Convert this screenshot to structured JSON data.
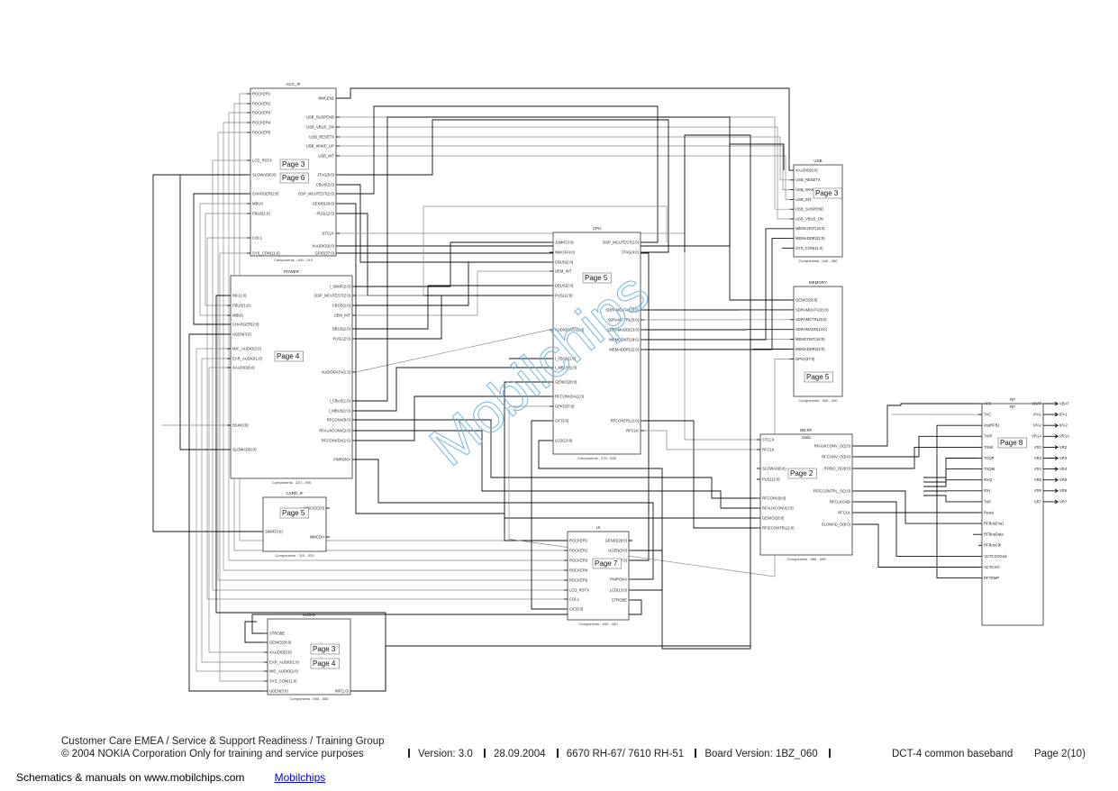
{
  "watermark": "Mobilchips",
  "blocks": {
    "acc": {
      "title": "ACC_IF",
      "components": "Components : 100 - 210",
      "left": [
        "ROCKER1",
        "ROCKER2",
        "ROCKER3",
        "ROCKER4",
        "ROCKER5",
        "LCD_RSTX",
        "SLOWAD(6:0)",
        "CHARGER(2:0)",
        "MBUS",
        "FBUS(1:0)",
        "COL1",
        "SYS_CON(11:0)"
      ],
      "right": [
        "NMCEN1",
        "USB_SUSPEND",
        "USB_VBUS_ON",
        "USB_RESETX",
        "USB_WAKE_UP",
        "USB_INT",
        "JTAG(5:0)",
        "CBUS(2:0)",
        "DSP_MCUTEST(2:0)",
        "GENIO(28:0)",
        "PUSL(2:0)",
        "STCLK",
        "XAUDIO(6:0)",
        "GPIO(37:0)"
      ],
      "pages": [
        "Page 3",
        "Page 6"
      ]
    },
    "power": {
      "title": "POWER",
      "components": "Components : 220 - 395",
      "left": [
        "INF(1:0)",
        "FBUS(1:0)",
        "MBUS",
        "CHARGER(2:0)",
        "UGEN(3:0)",
        "MIC_AUDIO(2:0)",
        "EAR_AUDIO(1:0)",
        "XAUDIO(6:0)",
        "BSI#(3:0)",
        "SLOWAD(6:0)"
      ],
      "right": [
        "I_SIMIF(2:0)",
        "DSP_MCUTEST(2:0)",
        "CBUS(2:0)",
        "UEM_INT",
        "DBUS(2:0)",
        "PUSL(2:0)",
        "AUDIODATA(1:3)",
        "I_FBUS(1:0)",
        "I_MBUS(1:0)",
        "RFCONV(9:0)",
        "RFAUXCONV(2:0)",
        "RFCONVDA(1:0)",
        "PWRONX"
      ],
      "pages": [
        "Page 4"
      ]
    },
    "card": {
      "title": "CARD_IF",
      "components": "Components : 310 - 320",
      "left": [
        "SIMIF(3:0)"
      ],
      "right": [
        "I_MMCIO(3:0)",
        "MMCDH"
      ],
      "pages": [
        "Page 5"
      ]
    },
    "audio": {
      "title": "AUDIO",
      "components": "Components : 600 - 655",
      "left": [
        "STROBE",
        "GENIO(28:0)",
        "XAUDIO(6:0)",
        "EAR_AUDIO(1:0)",
        "MIC_AUDIO(2:0)",
        "SYS_CON(11:0)",
        "UGEN(3:0)"
      ],
      "right": [
        "INF(1:0)"
      ],
      "pages": [
        "Page 3",
        "Page 4"
      ]
    },
    "cpu": {
      "title": "CPU",
      "components": "Components : 270 - 530",
      "left": [
        "JSMIF(3:0)",
        "NMCIF(4:0)",
        "CBUS(2:0)",
        "UEM_INT",
        "DBUS(2:0)",
        "PUSL(2:0)",
        "AUDIODATA(1:3)",
        "I_FBUS(1:0)",
        "I_MBUS(1:0)",
        "GENIO(28:0)",
        "RFCONVDA(1:0)",
        "GPIO(37:0)",
        "CIF(3:0)",
        "LCD(13:0)"
      ],
      "right": [
        "DSP_MCUTEST(2:0)",
        "JTAG(4:0)",
        "SDRAMDATA(15:0)",
        "SDRAMCTRL(5:0)",
        "SDRAMADD(13:0)",
        "MEMCONT(18:0)",
        "MEMADDR(22:0)",
        "RFCONTRL(2:0)",
        "RFCLK"
      ],
      "pages": [
        "Page 5"
      ]
    },
    "usb": {
      "title": "USB",
      "components": "Components : 440 - 450",
      "left": [
        "XAUDIO(6:0)",
        "USB_RESETX",
        "USB_WAKE_UP",
        "USB_INT",
        "USB_SUSPEND",
        "USB_VBUS_ON",
        "MEMCONT(18:0)",
        "MEMADDR(22:0)",
        "SYS_CON(11:0)"
      ],
      "right": [],
      "pages": [
        "Page 3"
      ]
    },
    "memory": {
      "title": "MEMORY",
      "components": "Components : 400 - 430",
      "left": [
        "GENIO(28:0)",
        "SDRAMDATA(15:0)",
        "SDRAMCTRL(5:0)",
        "SDRAMADD(13:0)",
        "MEMCONT(18:0)",
        "MEMADDR(22:0)",
        "GPIO(37:0)"
      ],
      "right": [],
      "pages": [
        "Page 5"
      ]
    },
    "bbrf": {
      "title": "BB-RF",
      "subtitle": "Data",
      "components": "Components : 480 - 499",
      "left": [
        "STCLK",
        "RFCLK",
        "SLOWAD(6:0)",
        "PUSL(2:0)",
        "RFCONV(9:0)",
        "RFAUXCONV(2:0)",
        "GENIO(28:0)",
        "RFICCONTRL(2:0)"
      ],
      "right": [
        "RFAUXCONV_O(2:0)",
        "RFCONV_O(9:0)",
        "RFBIO_O(28:0)",
        "RFICCONTRL_O(2:0)",
        "RFCLKGND",
        "RFCLK",
        "SLOWAD_O(6:0)"
      ],
      "pages": [
        "Page 2"
      ]
    },
    "ui": {
      "title": "UI",
      "components": "Components : 400 - 430",
      "left": [
        "ROCKER1",
        "ROCKER2",
        "ROCKER3",
        "ROCKER4",
        "ROCKER5",
        "LCD_RSTX",
        "COL1",
        "CIF(3:0)"
      ],
      "right": [
        "GENIO(28:0)",
        "UGEN(3:0)",
        "GPIO(37:0)",
        "PWRONX",
        "LCD(13:0)",
        "STROBE"
      ],
      "pages": [
        "Page 7"
      ]
    },
    "rf": {
      "title": "RF",
      "subtitle": "RF",
      "left": [
        "AFC",
        "TXC",
        "IotaRFB1",
        "TXIP",
        "TXIM",
        "TXQP",
        "TXQM",
        "RXQ",
        "RXI",
        "TXP",
        "Reset",
        "RFBusEna1",
        "RFBusData",
        "RFBusClk",
        "VCTCXOGnd",
        "VCTCXO",
        "RFTEMP"
      ],
      "right": [
        "VBAT",
        "IPA1",
        "IPA2",
        "VR1A",
        "VR2",
        "VR3",
        "VR4",
        "VR5",
        "VR6",
        "VR7"
      ],
      "outs": [
        "VBAT",
        "IPA1",
        "IPA2",
        "VR1A",
        "VR2",
        "VR3",
        "VR4",
        "VR5",
        "VR6",
        "VR7"
      ],
      "pages": [
        "Page 8"
      ]
    }
  },
  "footer": {
    "line1": "Customer Care EMEA / Service & Support Readiness / Training Group",
    "line2": "© 2004 NOKIA Corporation  Only for training and service purposes",
    "version": "Version: 3.0",
    "date": "28.09.2004",
    "models": "6670 RH-67/ 7610 RH-51",
    "board": "Board Version: 1BZ_060",
    "doc": "DCT-4 common baseband",
    "page": "Page 2(10)"
  },
  "bottom": {
    "text": "Schematics & manuals on www.mobilchips.com",
    "link": "Mobilchips"
  }
}
